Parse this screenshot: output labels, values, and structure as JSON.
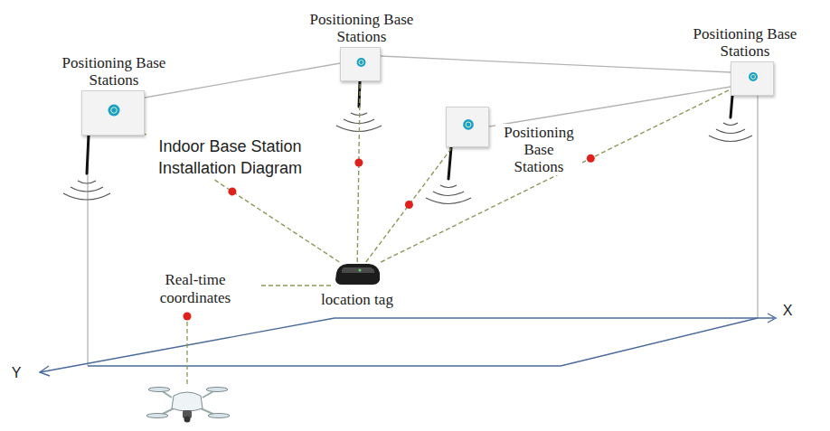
{
  "diagram": {
    "nodes": [
      {
        "text": [
          "Positioning Base Stations"
        ]
      },
      {
        "text": [
          "Positioning Base Stations"
        ]
      },
      {
        "text": [
          "Positioning Base Stations"
        ]
      },
      {
        "text": [
          "Positioning Base Stations"
        ]
      },
      {
        "text": [
          "location tag"
        ]
      }
    ],
    "edges": [
      {
        "from": 4,
        "to": 0,
        "arrow": "none"
      },
      {
        "from": 4,
        "to": 1,
        "arrow": "none"
      },
      {
        "from": 4,
        "to": 3,
        "arrow": "none"
      },
      {
        "from": 4,
        "to": 2,
        "arrow": "none"
      }
    ],
    "labels": [
      "Indoor Base Station Installation Diagram",
      "Real-time coordinates",
      "X",
      "Y"
    ]
  }
}
